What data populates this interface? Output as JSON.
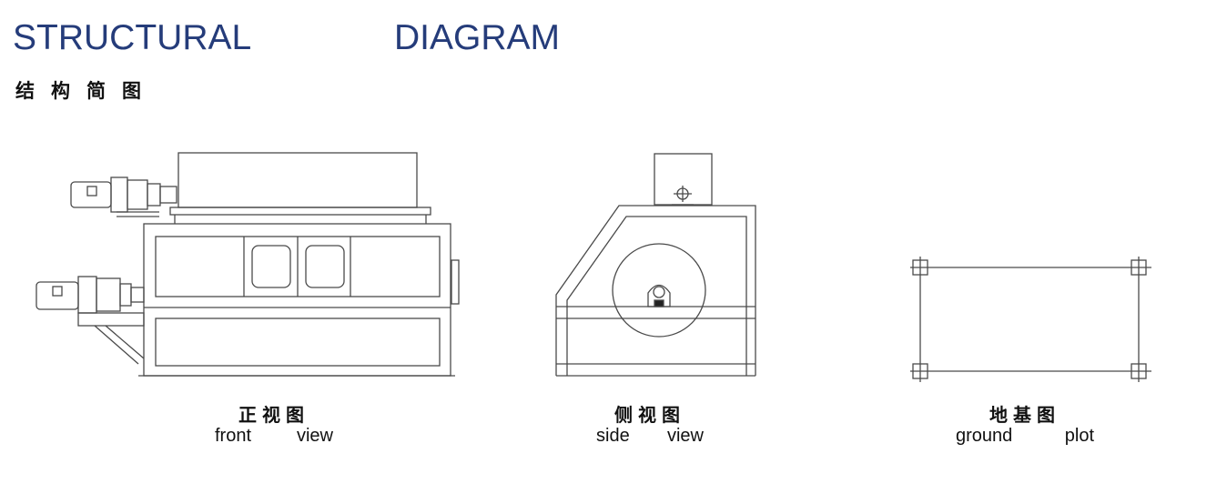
{
  "header": {
    "title_left": "STRUCTURAL",
    "title_right": "DIAGRAM",
    "subtitle": "结构简图"
  },
  "views": [
    {
      "label_cn": "正视图",
      "label_en_1": "front",
      "label_en_2": "view"
    },
    {
      "label_cn": "侧视图",
      "label_en_1": "side",
      "label_en_2": "view"
    },
    {
      "label_cn": "地基图",
      "label_en_1": "ground",
      "label_en_2": "plot"
    }
  ],
  "colors": {
    "title": "#253c7a",
    "line": "#4a4a4a"
  }
}
